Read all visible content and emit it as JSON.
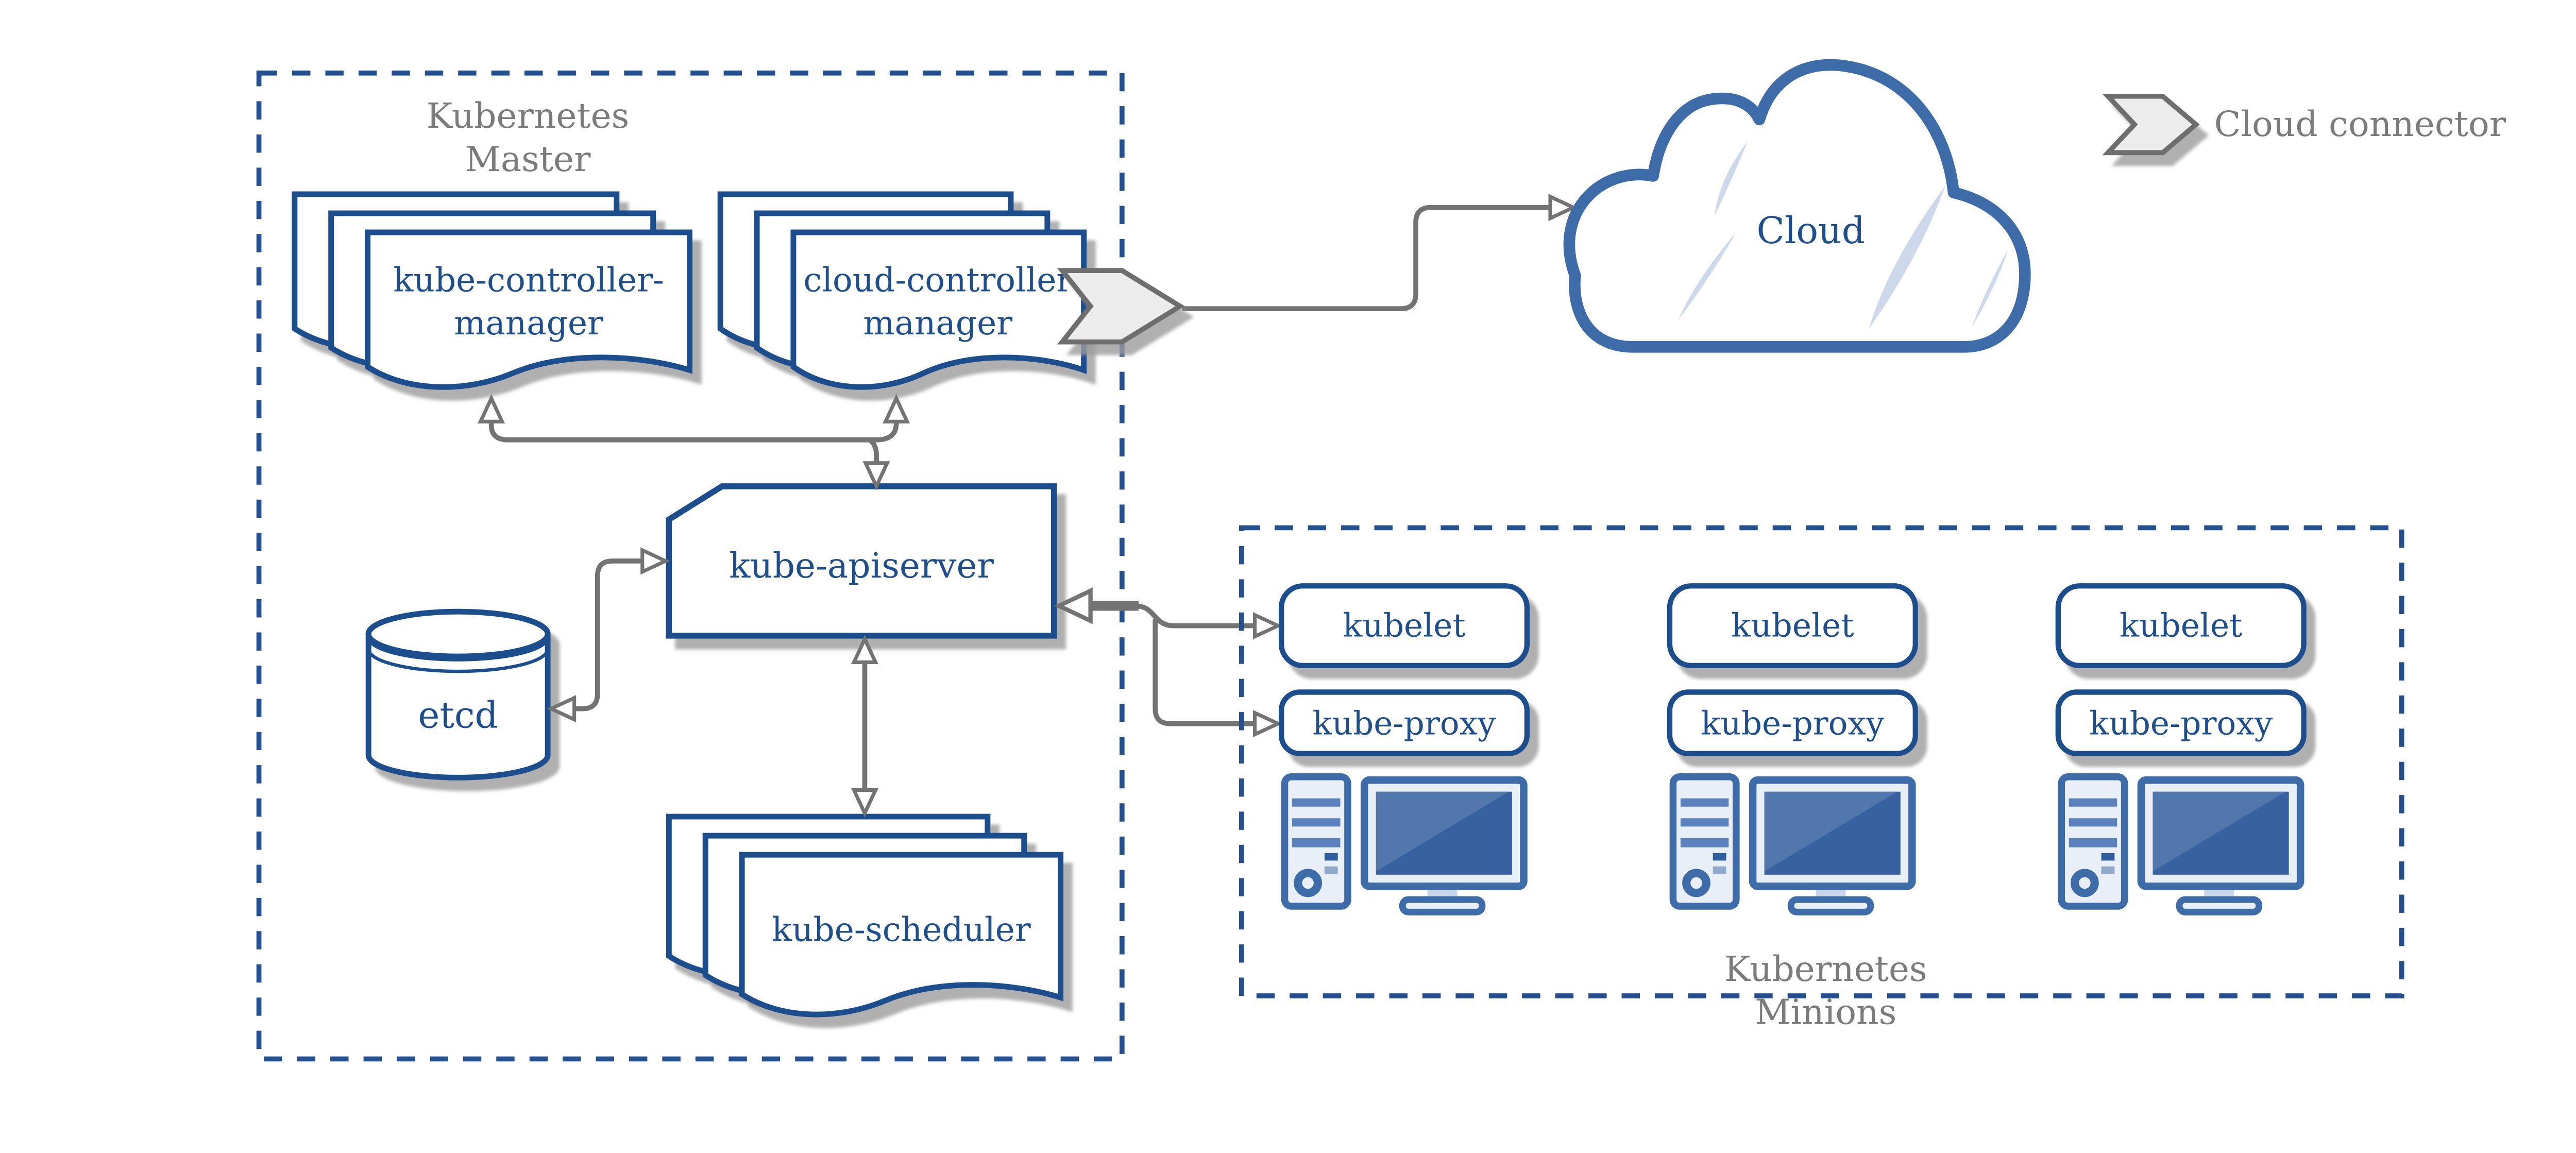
{
  "master": {
    "label_line1": "Kubernetes",
    "label_line2": "Master",
    "kube_controller_manager": {
      "label_line1": "kube-controller-",
      "label_line2": "manager"
    },
    "cloud_controller_manager": {
      "label_line1": "cloud-controller",
      "label_line2": "manager"
    },
    "kube_apiserver": {
      "label": "kube-apiserver"
    },
    "etcd": {
      "label": "etcd"
    },
    "kube_scheduler": {
      "label": "kube-scheduler"
    }
  },
  "cloud": {
    "label": "Cloud"
  },
  "legend": {
    "cloud_connector": {
      "label": "Cloud connector"
    }
  },
  "minions": {
    "label_line1": "Kubernetes",
    "label_line2": "Minions",
    "nodes": [
      {
        "kubelet": "kubelet",
        "kube_proxy": "kube-proxy"
      },
      {
        "kubelet": "kubelet",
        "kube_proxy": "kube-proxy"
      },
      {
        "kubelet": "kubelet",
        "kube_proxy": "kube-proxy"
      }
    ]
  },
  "colors": {
    "navy": "#1F4E8C",
    "steel_blue": "#3E6CA8",
    "gray_text": "#7B7B7B",
    "arrow_gray": "#737373",
    "shadow": "#9C9C9C",
    "light_fill": "#E9EFF7",
    "screen_blue": "#38629F",
    "screen_highlight": "#5277AD",
    "stripe_blue": "#5B82BC",
    "crescent": "#CDD9EA",
    "chevron_fill": "#ECECEC",
    "chevron_stroke": "#6E6E6E"
  }
}
